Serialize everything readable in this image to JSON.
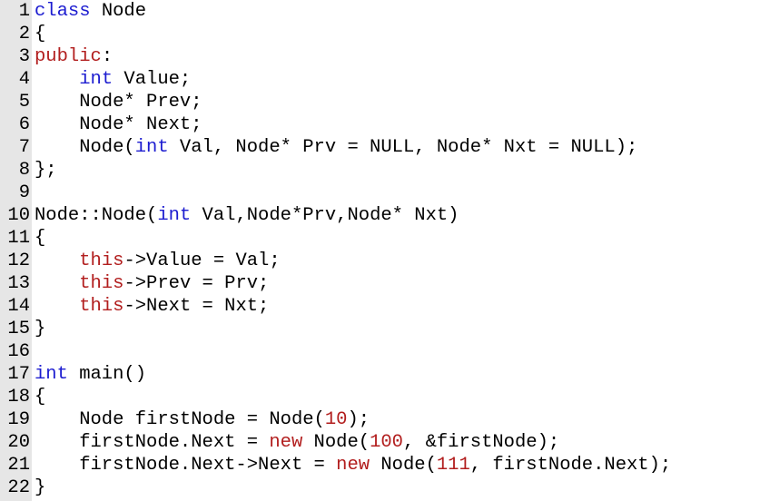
{
  "editor": {
    "colors": {
      "keyword": "#1c1cd0",
      "this_keyword": "#b21e1e",
      "new_keyword": "#b21e1e",
      "number": "#b21e1e",
      "plain": "#000000",
      "gutter_bg": "#e6e6e6"
    },
    "lines": [
      {
        "n": "1",
        "tokens": [
          {
            "t": "keyword",
            "v": "class"
          },
          {
            "t": "plain",
            "v": " Node"
          }
        ]
      },
      {
        "n": "2",
        "tokens": [
          {
            "t": "plain",
            "v": "{"
          }
        ]
      },
      {
        "n": "3",
        "tokens": [
          {
            "t": "this",
            "v": "public"
          },
          {
            "t": "plain",
            "v": ":"
          }
        ]
      },
      {
        "n": "4",
        "tokens": [
          {
            "t": "plain",
            "v": "    "
          },
          {
            "t": "keyword",
            "v": "int"
          },
          {
            "t": "plain",
            "v": " Value;"
          }
        ]
      },
      {
        "n": "5",
        "tokens": [
          {
            "t": "plain",
            "v": "    Node* Prev;"
          }
        ]
      },
      {
        "n": "6",
        "tokens": [
          {
            "t": "plain",
            "v": "    Node* Next;"
          }
        ]
      },
      {
        "n": "7",
        "tokens": [
          {
            "t": "plain",
            "v": "    Node("
          },
          {
            "t": "keyword",
            "v": "int"
          },
          {
            "t": "plain",
            "v": " Val, Node* Prv = NULL, Node* Nxt = NULL);"
          }
        ]
      },
      {
        "n": "8",
        "tokens": [
          {
            "t": "plain",
            "v": "};"
          }
        ]
      },
      {
        "n": "9",
        "tokens": []
      },
      {
        "n": "10",
        "tokens": [
          {
            "t": "plain",
            "v": "Node::Node("
          },
          {
            "t": "keyword",
            "v": "int"
          },
          {
            "t": "plain",
            "v": " Val,Node*Prv,Node* Nxt)"
          }
        ]
      },
      {
        "n": "11",
        "tokens": [
          {
            "t": "plain",
            "v": "{"
          }
        ]
      },
      {
        "n": "12",
        "tokens": [
          {
            "t": "plain",
            "v": "    "
          },
          {
            "t": "this",
            "v": "this"
          },
          {
            "t": "plain",
            "v": "->Value = Val;"
          }
        ]
      },
      {
        "n": "13",
        "tokens": [
          {
            "t": "plain",
            "v": "    "
          },
          {
            "t": "this",
            "v": "this"
          },
          {
            "t": "plain",
            "v": "->Prev = Prv;"
          }
        ]
      },
      {
        "n": "14",
        "tokens": [
          {
            "t": "plain",
            "v": "    "
          },
          {
            "t": "this",
            "v": "this"
          },
          {
            "t": "plain",
            "v": "->Next = Nxt;"
          }
        ]
      },
      {
        "n": "15",
        "tokens": [
          {
            "t": "plain",
            "v": "}"
          }
        ]
      },
      {
        "n": "16",
        "tokens": []
      },
      {
        "n": "17",
        "tokens": [
          {
            "t": "keyword",
            "v": "int"
          },
          {
            "t": "plain",
            "v": " main()"
          }
        ]
      },
      {
        "n": "18",
        "tokens": [
          {
            "t": "plain",
            "v": "{"
          }
        ]
      },
      {
        "n": "19",
        "tokens": [
          {
            "t": "plain",
            "v": "    Node firstNode = Node("
          },
          {
            "t": "number",
            "v": "10"
          },
          {
            "t": "plain",
            "v": ");"
          }
        ]
      },
      {
        "n": "20",
        "tokens": [
          {
            "t": "plain",
            "v": "    firstNode.Next = "
          },
          {
            "t": "new",
            "v": "new"
          },
          {
            "t": "plain",
            "v": " Node("
          },
          {
            "t": "number",
            "v": "100"
          },
          {
            "t": "plain",
            "v": ", &firstNode);"
          }
        ]
      },
      {
        "n": "21",
        "tokens": [
          {
            "t": "plain",
            "v": "    firstNode.Next->Next = "
          },
          {
            "t": "new",
            "v": "new"
          },
          {
            "t": "plain",
            "v": " Node("
          },
          {
            "t": "number",
            "v": "111"
          },
          {
            "t": "plain",
            "v": ", firstNode.Next);"
          }
        ]
      },
      {
        "n": "22",
        "tokens": [
          {
            "t": "plain",
            "v": "}"
          }
        ]
      }
    ]
  }
}
